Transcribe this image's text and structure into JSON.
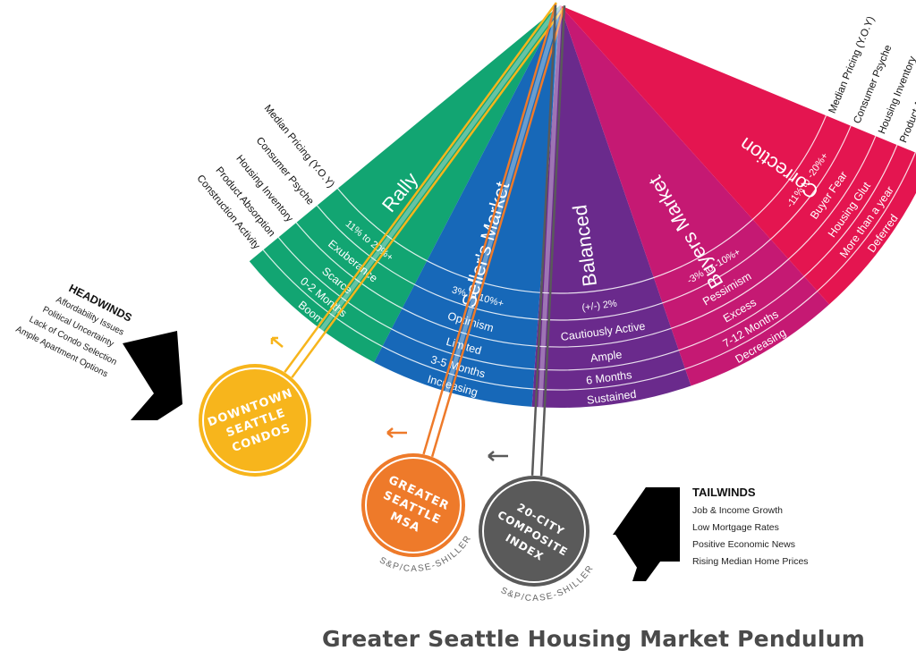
{
  "title": "Greater Seattle Housing Market Pendulum",
  "sectors": [
    {
      "name": "Rally",
      "color": "#12a572",
      "values": [
        "11% to 20%+",
        "Exuberance",
        "Scarce",
        "0-2 Months",
        "Boom"
      ]
    },
    {
      "name": "Seller's Market",
      "color": "#1768b8",
      "values": [
        "3% to 10%+",
        "Optimism",
        "Limited",
        "3-5 Months",
        "Increasing"
      ]
    },
    {
      "name": "Balanced",
      "color": "#6a2a8c",
      "values": [
        "(+/-) 2%",
        "Cautiously Active",
        "Ample",
        "6 Months",
        "Sustained"
      ]
    },
    {
      "name": "Buyers Market",
      "color": "#c51973",
      "values": [
        "-3% to -10%+",
        "Pessimism",
        "Excess",
        "7-12 Months",
        "Decreasing"
      ]
    },
    {
      "name": "Correction",
      "color": "#e41550",
      "values": [
        "-11% to -20%+",
        "Buyer Fear",
        "Housing Glut",
        "More than a year",
        "Deferred"
      ]
    }
  ],
  "row_labels": [
    "Median Pricing (Y.O.Y)",
    "Consumer Psyche",
    "Housing Inventory",
    "Product Absorption",
    "Construction Activity"
  ],
  "headwinds": {
    "heading": "HEADWINDS",
    "items": [
      "Affordability Issues",
      "Political Uncertainty",
      "Lack of Condo Selection",
      "Ample Apartment Options"
    ]
  },
  "tailwinds": {
    "heading": "TAILWINDS",
    "items": [
      "Job & Income Growth",
      "Low Mortgage Rates",
      "Positive Economic News",
      "Rising Median Home Prices"
    ]
  },
  "pendulums": [
    {
      "lines": [
        "DOWNTOWN",
        "SEATTLE",
        "CONDOS"
      ],
      "color": "#f7b51c",
      "caption": ""
    },
    {
      "lines": [
        "GREATER",
        "SEATTLE",
        "MSA"
      ],
      "color": "#ee7a2a",
      "caption": "S&P/CASE-SHILLER"
    },
    {
      "lines": [
        "20-CITY",
        "COMPOSITE",
        "INDEX"
      ],
      "color": "#5a5a5a",
      "caption": "S&P/CASE-SHILLER"
    }
  ]
}
